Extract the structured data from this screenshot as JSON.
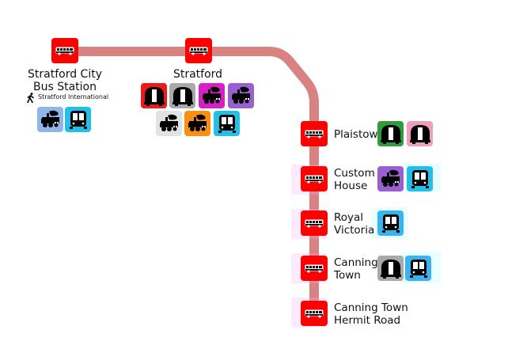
{
  "route": {
    "line_color": "#d98282",
    "stop_color": "#ff0000"
  },
  "stops": [
    {
      "id": "stratford-city-bus-station",
      "name_lines": [
        "Stratford City",
        "Bus Station"
      ],
      "walk_link": "Stratford International",
      "connections": [
        {
          "mode": "national-rail",
          "color": "#8fb6ea"
        },
        {
          "mode": "dlr",
          "color": "#21c0e8"
        }
      ]
    },
    {
      "id": "stratford",
      "name_lines": [
        "Stratford"
      ],
      "connections": [
        {
          "mode": "central-line",
          "color": "#ee1a1a"
        },
        {
          "mode": "jubilee-line",
          "color": "#a9a9ab"
        },
        {
          "mode": "overground",
          "color": "#d620c4"
        },
        {
          "mode": "elizabeth-line",
          "color": "#9a5fd0"
        },
        {
          "mode": "greater-anglia",
          "color": "#e2e2e2"
        },
        {
          "mode": "c2c",
          "color": "#fb8f10"
        },
        {
          "mode": "dlr",
          "color": "#21c0e8"
        }
      ]
    },
    {
      "id": "plaistow",
      "name_lines": [
        "Plaistow"
      ],
      "connections": [
        {
          "mode": "district-line",
          "color": "#2f9b3a"
        },
        {
          "mode": "hammersmith-city-line",
          "color": "#ef9fbc"
        }
      ]
    },
    {
      "id": "custom-house",
      "name_lines": [
        "Custom",
        "House"
      ],
      "connections": [
        {
          "mode": "elizabeth-line",
          "color": "#9a5fd0"
        },
        {
          "mode": "dlr",
          "color": "#21c0e8"
        }
      ]
    },
    {
      "id": "royal-victoria",
      "name_lines": [
        "Royal",
        "Victoria"
      ],
      "connections": [
        {
          "mode": "dlr",
          "color": "#3ab3ef"
        }
      ]
    },
    {
      "id": "canning-town",
      "name_lines": [
        "Canning",
        "Town"
      ],
      "connections": [
        {
          "mode": "jubilee-line",
          "color": "#a9a9ab"
        },
        {
          "mode": "dlr",
          "color": "#3ab3ef"
        }
      ]
    },
    {
      "id": "canning-town-hermit-road",
      "name_lines": [
        "Canning Town",
        "Hermit Road"
      ],
      "connections": []
    }
  ]
}
